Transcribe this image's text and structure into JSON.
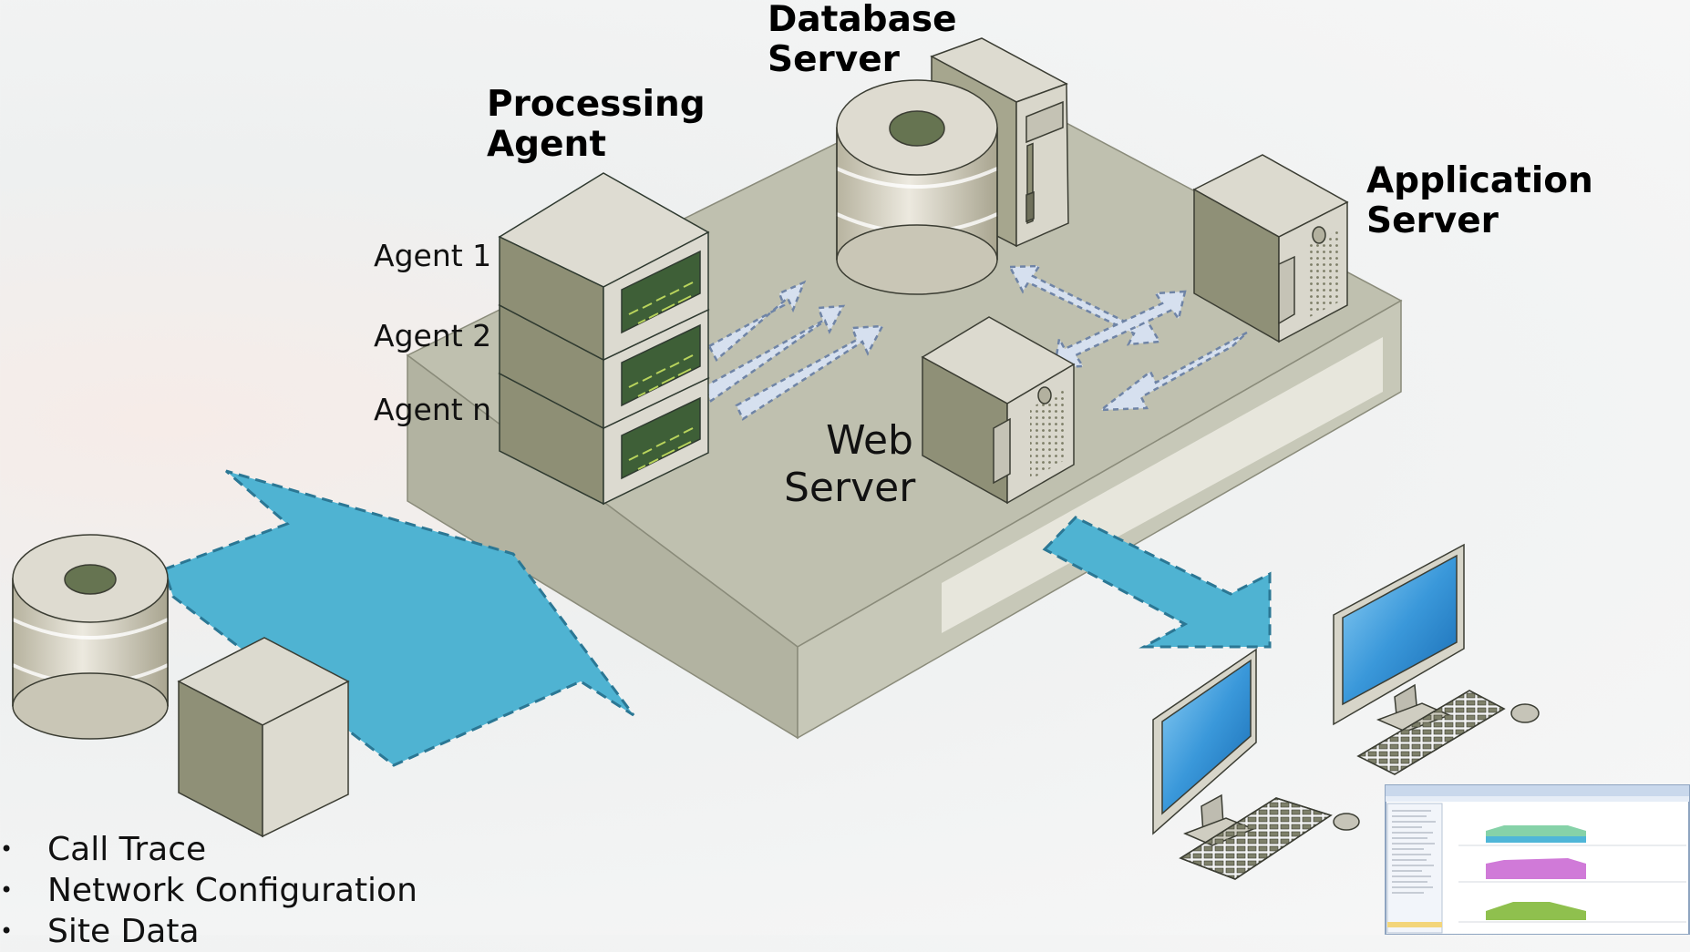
{
  "labels": {
    "database_server": [
      "Database",
      "Server"
    ],
    "processing_agent": [
      "Processing",
      "Agent"
    ],
    "application_server": [
      "Application",
      "Server"
    ],
    "web_server": [
      "Web",
      "Server"
    ],
    "agents": [
      "Agent 1",
      "Agent 2",
      "Agent n"
    ]
  },
  "bullets": [
    "Call Trace",
    "Network Configuration",
    "Site Data"
  ],
  "colors": {
    "platform": "#b9baa9",
    "big_arrow": "#4fb3d2",
    "small_arrow": "#d6e0ef",
    "server_face": "#8c8d73",
    "server_light": "#dcdacd",
    "screen_blue": "#2a86cc"
  }
}
